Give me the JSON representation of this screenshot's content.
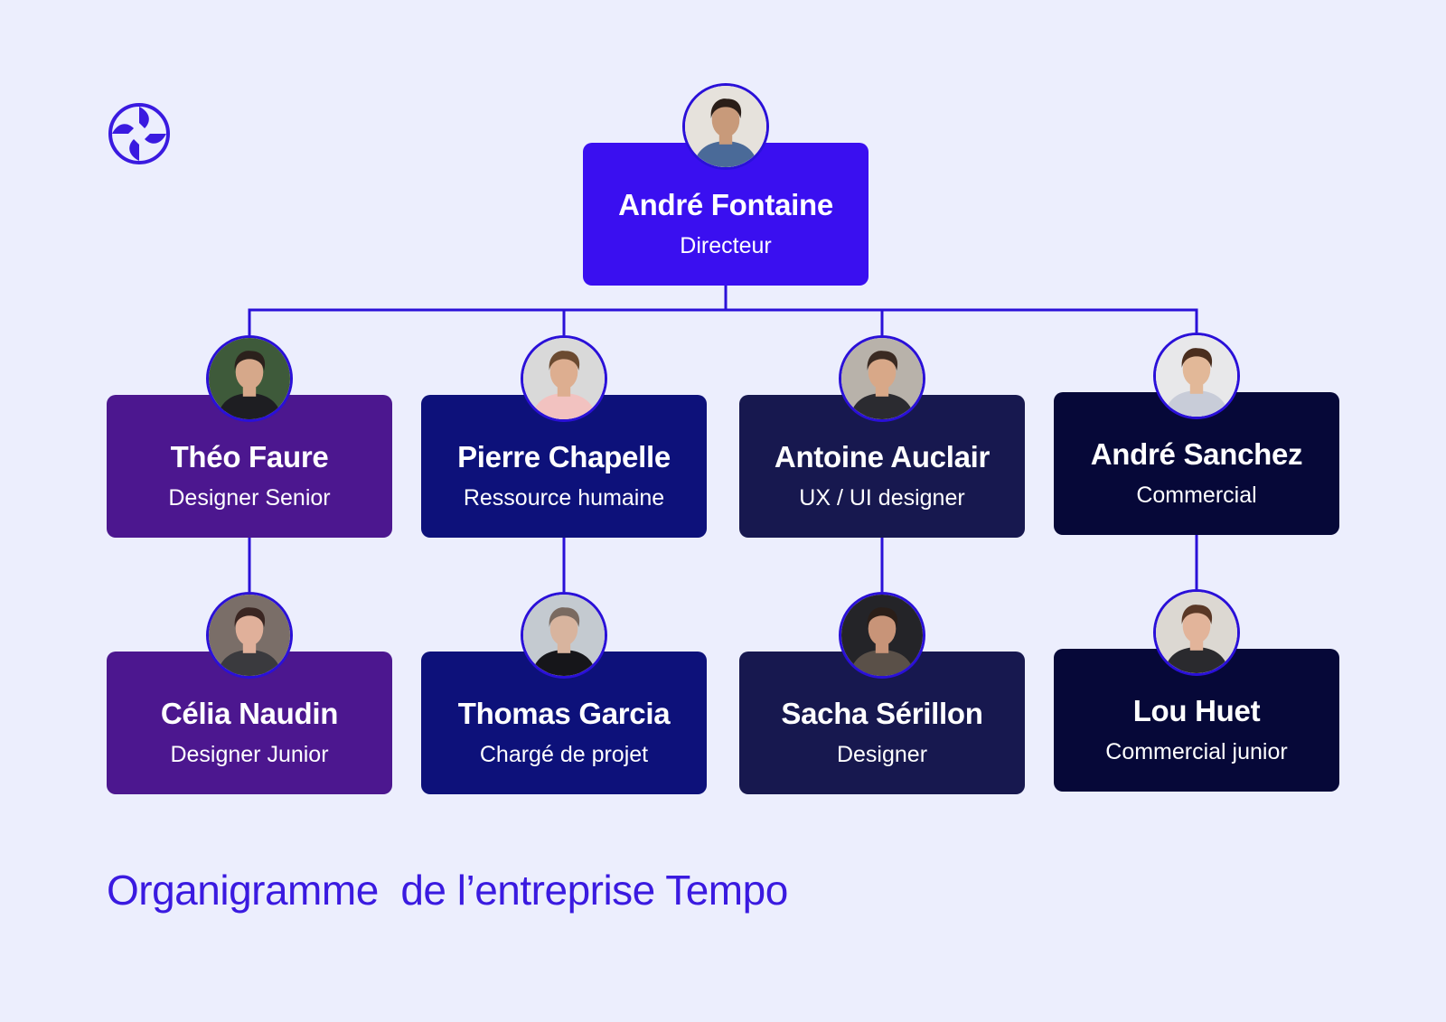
{
  "logo": {
    "icon": "hands-circle-icon",
    "color": "#3A1AE0"
  },
  "connector_color": "#2A10D8",
  "people": [
    {
      "id": "andre-fontaine",
      "name": "André Fontaine",
      "role": "Directeur",
      "color": "#3A0FF0",
      "skin": "#C89A7A",
      "hair": "#2A1E18",
      "shirt": "#4A6A98",
      "bg": "#E6E2DC"
    },
    {
      "id": "theo-faure",
      "name": "Théo Faure",
      "role": "Designer Senior",
      "color": "#4C178F",
      "skin": "#D6A88A",
      "hair": "#2B211C",
      "shirt": "#1E1E22",
      "bg": "#3E5A3A"
    },
    {
      "id": "pierre-chapelle",
      "name": "Pierre Chapelle",
      "role": "Ressource humaine",
      "color": "#0D117A",
      "skin": "#DDAE90",
      "hair": "#6B4A30",
      "shirt": "#F2C2C0",
      "bg": "#D9D9D9"
    },
    {
      "id": "antoine-auclair",
      "name": "Antoine Auclair",
      "role": "UX / UI designer",
      "color": "#17184F",
      "skin": "#D8A888",
      "hair": "#3A2A22",
      "shirt": "#2B2B30",
      "bg": "#B8B2AA"
    },
    {
      "id": "andre-sanchez",
      "name": "André Sanchez",
      "role": "Commercial",
      "color": "#060838",
      "skin": "#E2B898",
      "hair": "#4A2E1E",
      "shirt": "#C8CCD8",
      "bg": "#E8E8EA"
    },
    {
      "id": "celia-naudin",
      "name": "Célia Naudin",
      "role": "Designer Junior",
      "color": "#4C178F",
      "skin": "#E0B09A",
      "hair": "#3A2622",
      "shirt": "#3A3A3E",
      "bg": "#7A6E68"
    },
    {
      "id": "thomas-garcia",
      "name": "Thomas Garcia",
      "role": "Chargé de projet",
      "color": "#0D117A",
      "skin": "#D8B49E",
      "hair": "#7A6A60",
      "shirt": "#16161A",
      "bg": "#C4CAD0"
    },
    {
      "id": "sacha-serillon",
      "name": "Sacha Sérillon",
      "role": "Designer",
      "color": "#17184F",
      "skin": "#C89478",
      "hair": "#2A1E18",
      "shirt": "#5A5048",
      "bg": "#242428"
    },
    {
      "id": "lou-huet",
      "name": "Lou Huet",
      "role": "Commercial junior",
      "color": "#060838",
      "skin": "#E2B49A",
      "hair": "#5A3826",
      "shirt": "#2A2A2E",
      "bg": "#DCD8D2"
    }
  ],
  "edges": [
    [
      "andre-fontaine",
      "theo-faure"
    ],
    [
      "andre-fontaine",
      "pierre-chapelle"
    ],
    [
      "andre-fontaine",
      "antoine-auclair"
    ],
    [
      "andre-fontaine",
      "andre-sanchez"
    ],
    [
      "theo-faure",
      "celia-naudin"
    ],
    [
      "pierre-chapelle",
      "thomas-garcia"
    ],
    [
      "antoine-auclair",
      "sacha-serillon"
    ],
    [
      "andre-sanchez",
      "lou-huet"
    ]
  ],
  "caption": "Organigramme  de l’entreprise Tempo",
  "caption_color": "#3A1AE0"
}
